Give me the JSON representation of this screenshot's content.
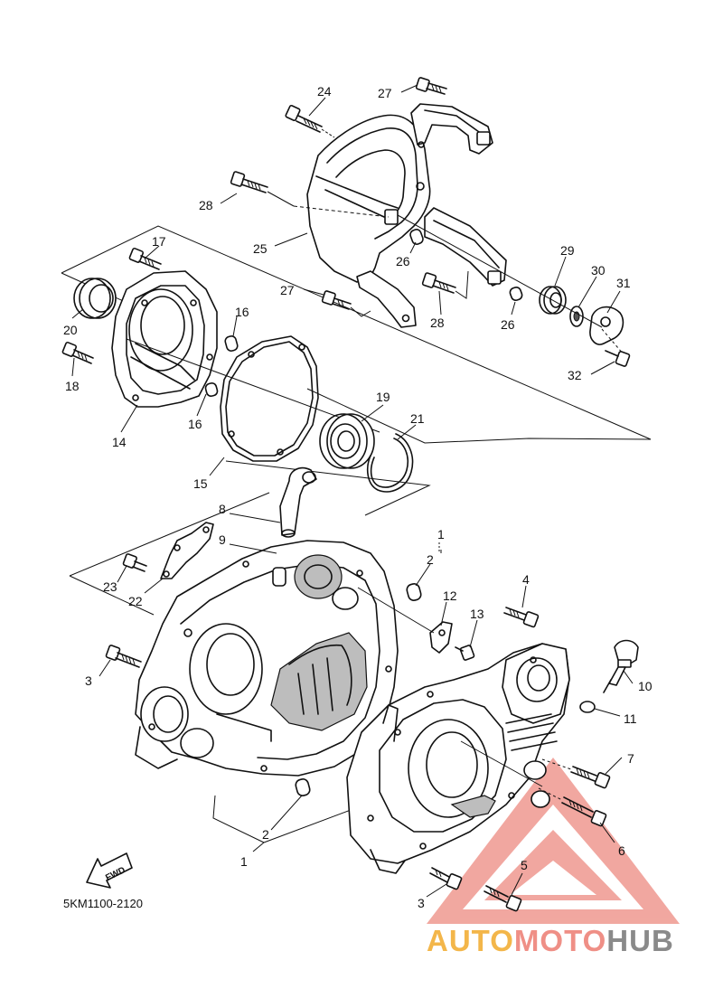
{
  "diagram_code": "5KM1100-2120",
  "fwd_label": "FWD",
  "watermark": {
    "part1": "AUTO",
    "part2": "MOTO",
    "part3": "HUB",
    "color1": "#f3b64a",
    "color2": "#ef8f86",
    "color3": "#8a8a8a",
    "triangle_color": "#f09e96"
  },
  "callouts": {
    "c1a": "1",
    "c1b": "1",
    "c2a": "2",
    "c2b": "2",
    "c3a": "3",
    "c3b": "3",
    "c4": "4",
    "c5": "5",
    "c6": "6",
    "c7": "7",
    "c8": "8",
    "c9": "9",
    "c10": "10",
    "c11": "11",
    "c12": "12",
    "c13": "13",
    "c14": "14",
    "c15": "15",
    "c16a": "16",
    "c16b": "16",
    "c17": "17",
    "c18": "18",
    "c19": "19",
    "c20": "20",
    "c21": "21",
    "c22": "22",
    "c23": "23",
    "c24": "24",
    "c25": "25",
    "c26a": "26",
    "c26b": "26",
    "c27a": "27",
    "c27b": "27",
    "c28a": "28",
    "c28b": "28",
    "c29": "29",
    "c30": "30",
    "c31": "31",
    "c32": "32"
  }
}
